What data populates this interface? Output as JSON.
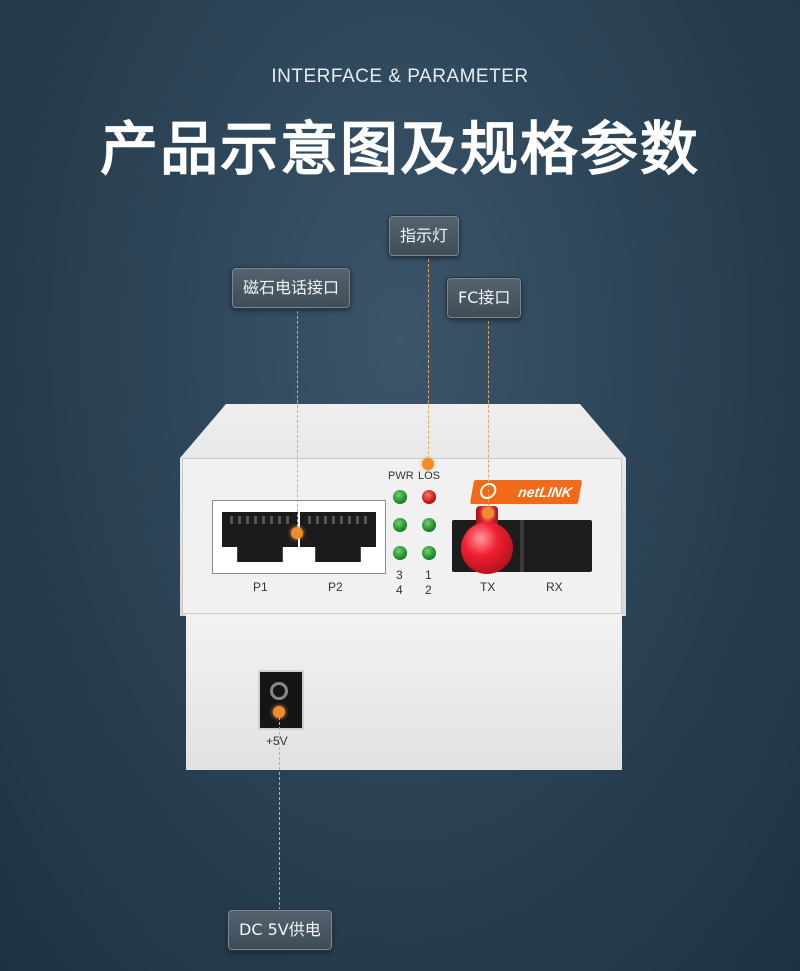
{
  "header": {
    "subtitle": "INTERFACE & PARAMETER",
    "title": "产品示意图及规格参数"
  },
  "callouts": {
    "indicator": "指示灯",
    "magneto_phone_port": "磁石电话接口",
    "fc_port": "FC接口",
    "dc_power": "DC 5V供电"
  },
  "device": {
    "brand": "netLINK",
    "port_labels": [
      "P1",
      "P2"
    ],
    "led_headers": {
      "pwr": "PWR",
      "los": "LOS"
    },
    "led_numbers": {
      "left_top": "3",
      "left_bottom": "4",
      "right_top": "1",
      "right_bottom": "2"
    },
    "fiber_labels": {
      "tx": "TX",
      "rx": "RX"
    },
    "power_label": "+5V"
  },
  "colors": {
    "accent": "#f08a2c",
    "led_green": "#2fa33a",
    "led_red": "#c01818",
    "brand_orange": "#f06a1a"
  }
}
